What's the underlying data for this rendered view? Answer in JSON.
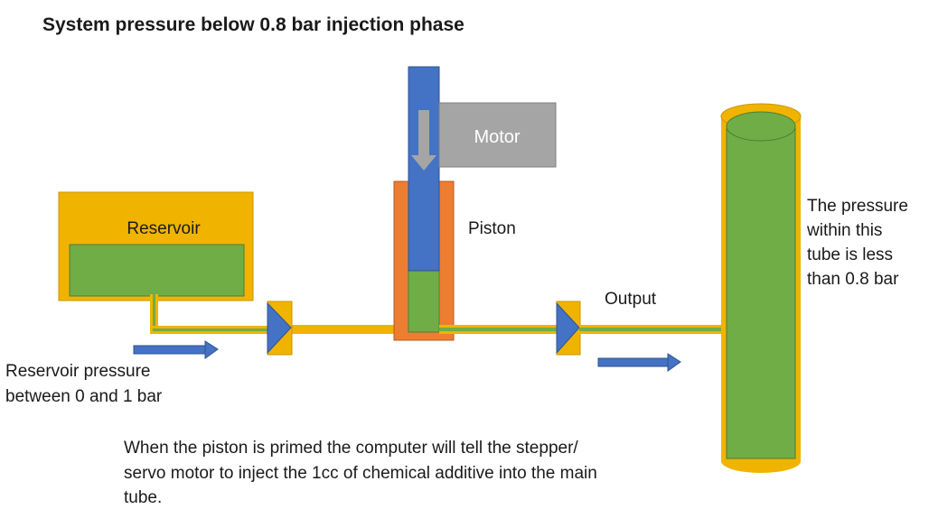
{
  "title": "System pressure below 0.8 bar injection phase",
  "labels": {
    "motor": "Motor",
    "reservoir": "Reservoir",
    "piston": "Piston",
    "output": "Output",
    "reservoir_pressure": [
      "Reservoir pressure",
      "between 0 and 1 bar"
    ],
    "tube_pressure": [
      "The pressure",
      "within this",
      "tube is less",
      "than 0.8 bar"
    ],
    "caption": [
      "When the piston is primed the computer will tell the stepper/",
      "servo motor to inject the 1cc of chemical additive into the main",
      "tube."
    ]
  },
  "colors": {
    "orange": "#f0b400",
    "green": "#70ad47",
    "blue": "#4472c4",
    "gray": "#a5a5a5",
    "piston_orange": "#ed7d31"
  }
}
